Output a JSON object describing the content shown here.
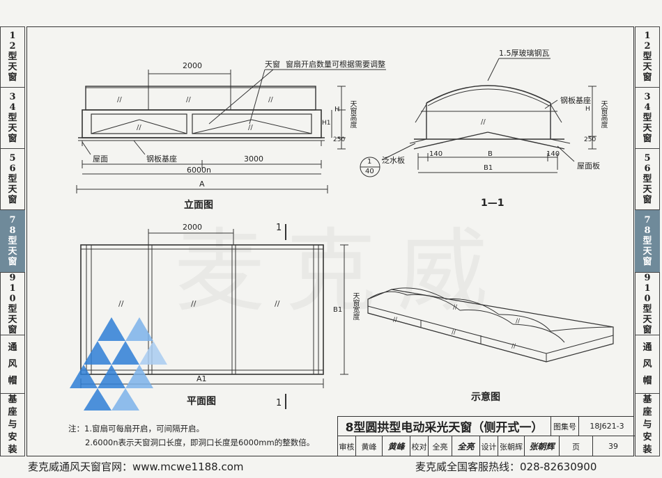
{
  "side_tabs": [
    {
      "id": "12",
      "label": "1 2 型 天 窗"
    },
    {
      "id": "34",
      "label": "3 4 型 天 窗"
    },
    {
      "id": "56",
      "label": "5 6 型 天 窗"
    },
    {
      "id": "78",
      "label": "7 8 型 天 窗",
      "active": true
    },
    {
      "id": "910",
      "label": "9 10 型 天 窗"
    },
    {
      "id": "vent",
      "label": "通 风 帽"
    },
    {
      "id": "base",
      "label": "基 座 与 安 装"
    }
  ],
  "elevation": {
    "title": "立面图",
    "dim_top": "2000",
    "label_skylight": "天窗",
    "label_note": "窗扇开启数量可根据需要调整",
    "dim_h": "H",
    "dim_h1": "H1",
    "dim_250": "250",
    "label_height": "天窗高度",
    "label_roof": "屋面",
    "label_base": "钢板基座",
    "dim_3000": "3000",
    "dim_6000n": "6000n",
    "dim_a": "A"
  },
  "section": {
    "title": "1—1",
    "label_glass": "1.5厚玻璃钢瓦",
    "label_steel_base": "钢板基座",
    "label_flashing": "泛水板",
    "detail_top": "1",
    "detail_bottom": "40",
    "dim_140_left": "140",
    "dim_b": "B",
    "dim_140_right": "140",
    "dim_b1": "B1",
    "label_roof_panel": "屋面板",
    "dim_h": "H",
    "dim_250": "250",
    "label_height": "天窗高度"
  },
  "plan": {
    "title": "平面图",
    "dim_top": "2000",
    "section_mark": "1",
    "dim_b1": "B1",
    "label_width": "天窗宽度",
    "dim_a1": "A1"
  },
  "sketch": {
    "title": "示意图"
  },
  "notes": {
    "header": "注：",
    "line1": "1.窗扇可每扇开启，可间隔开启。",
    "line2": "2.6000n表示天窗洞口长度，即洞口长度是6000mm的整数倍。"
  },
  "title_block": {
    "title": "8型圆拱型电动采光天窗（侧开式一）",
    "atlas_label": "图集号",
    "atlas_no": "18J621-3",
    "review_label": "审核",
    "review_name": "黄峰",
    "review_sig": "黄峰",
    "check_label": "校对",
    "check_name": "全亮",
    "check_sig": "全亮",
    "design_label": "设计",
    "design_name": "张朝辉",
    "design_sig": "张朝辉",
    "page_label": "页",
    "page_no": "39"
  },
  "watermark": "麦克威",
  "footer": {
    "left": "麦克威通风天窗官网：www.mcwe1188.com",
    "right": "麦克威全国客服热线：028-82630900"
  },
  "colors": {
    "active_tab": "#6f8a9a",
    "logo_blue": "#2f7fd6"
  }
}
